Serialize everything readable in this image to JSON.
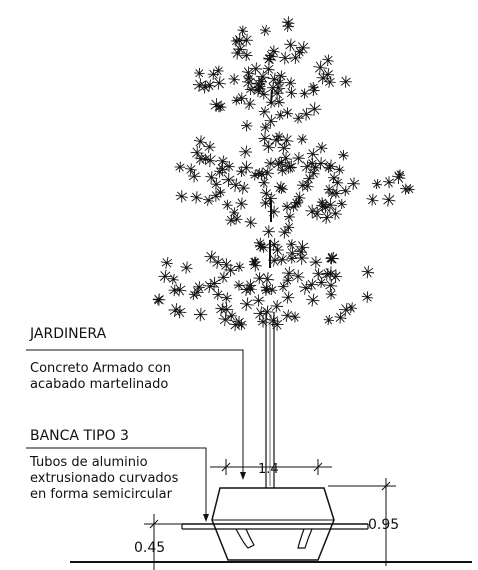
{
  "labels": {
    "jardinera_title": "JARDINERA",
    "jardinera_desc_1": "Concreto Armado con",
    "jardinera_desc_2": "acabado martelinado",
    "banca_title": "BANCA TIPO 3",
    "banca_desc_1": "Tubos de aluminio",
    "banca_desc_2": "extrusionado curvados",
    "banca_desc_3": "en forma semicircular"
  },
  "dimensions": {
    "planter_width": "1.4",
    "planter_height": "0.95",
    "bench_height": "0.45"
  },
  "colors": {
    "ink": "#111111",
    "background": "#ffffff"
  }
}
